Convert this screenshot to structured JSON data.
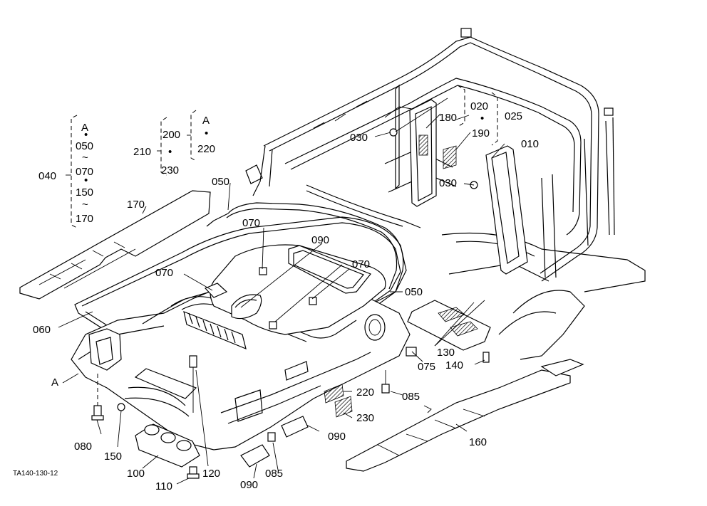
{
  "diagram": {
    "figure_code": "TA140-130-12",
    "callouts": {
      "p010": "010",
      "p020": "020",
      "p025": "025",
      "p030a": "030",
      "p030b": "030",
      "p040": "040",
      "p050a": "050",
      "p050b": "050",
      "p060": "060",
      "p070a": "070",
      "p070b": "070",
      "p070c": "070",
      "p075": "075",
      "p080": "080",
      "p085a": "085",
      "p085b": "085",
      "p090a": "090",
      "p090b": "090",
      "p090c": "090",
      "p100": "100",
      "p110": "110",
      "p120": "120",
      "p130": "130",
      "p140": "140",
      "p150": "150",
      "p160": "160",
      "p170": "170",
      "p180": "180",
      "p190": "190",
      "p200": "200",
      "p210": "210",
      "p220a": "220",
      "p220b": "220",
      "p230a": "230",
      "p230b": "230",
      "refA": "A"
    },
    "group_040": [
      "A",
      "050",
      "070",
      "150",
      "170"
    ],
    "group_210": [
      "200",
      "230"
    ],
    "group_200": [
      "A",
      "220"
    ],
    "range_symbol": "~",
    "dot_symbol": "•"
  }
}
